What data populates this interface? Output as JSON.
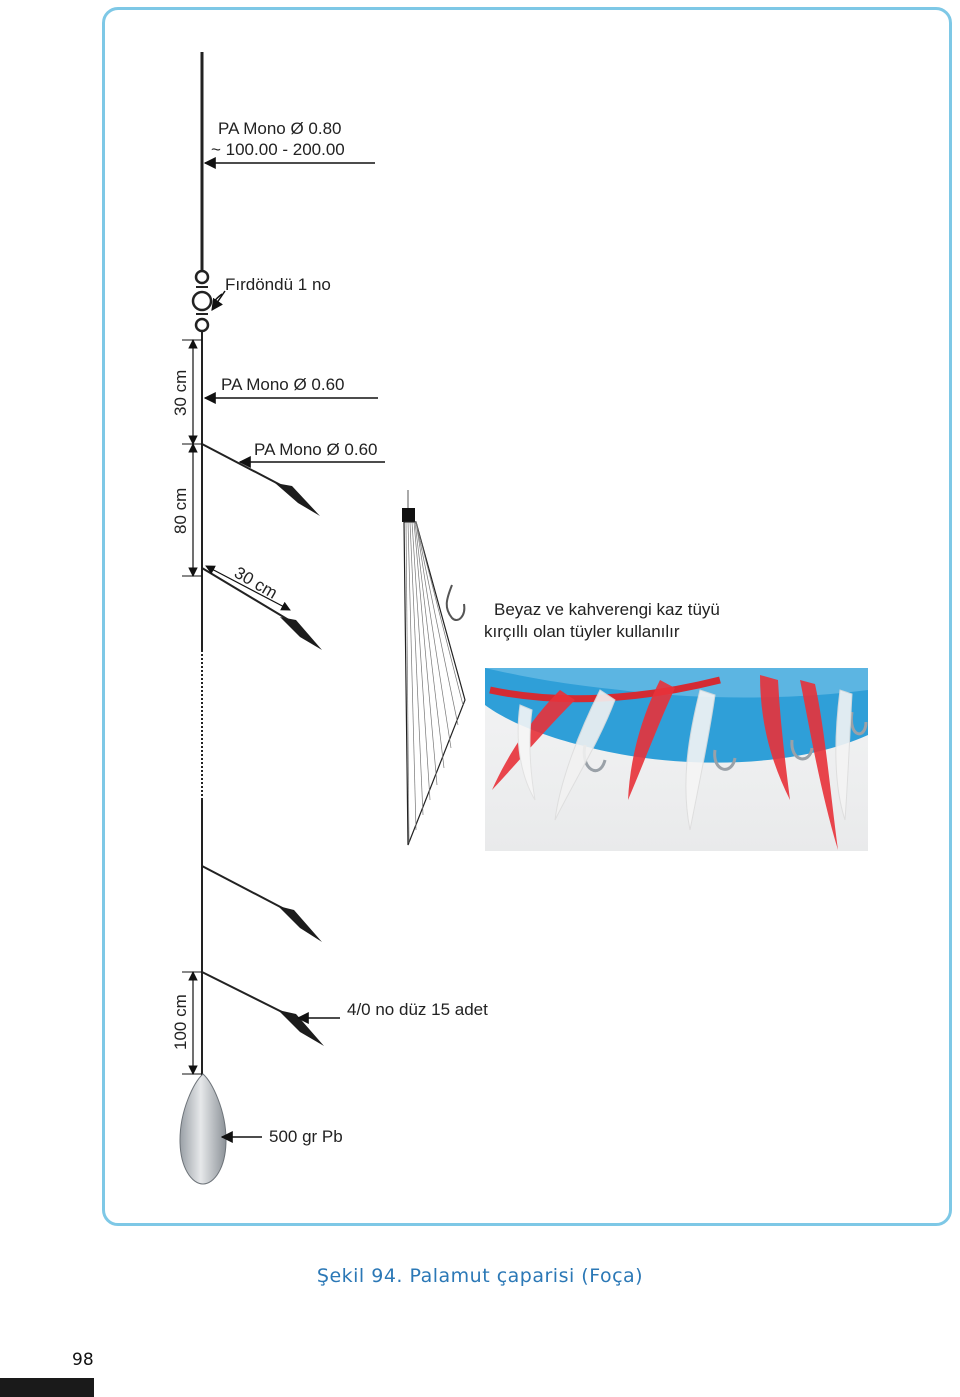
{
  "labels": {
    "main_line": "PA Mono Ø 0.80",
    "main_line_length": "~ 100.00 - 200.00",
    "swivel": "Fırdöndü 1 no",
    "leader_1": "PA Mono Ø 0.60",
    "leader_2": "PA Mono Ø 0.60",
    "dim_top": "30 cm",
    "dim_middle": "80 cm",
    "dim_branch": "30 cm",
    "dim_bottom": "100 cm",
    "feather_note_line1": "Beyaz ve kahverengi kaz tüyü",
    "feather_note_line2": "kırçıllı olan tüyler kullanılır",
    "hook": "4/0 no düz 15 adet",
    "sinker": "500 gr Pb"
  },
  "caption": "Şekil 94. Palamut çaparisi (Foça)",
  "page_number": "98",
  "colors": {
    "frame_border": "#7ec8e6",
    "caption": "#2b78b6",
    "line": "#222222",
    "feather_red": "#e8323a",
    "bowl_blue": "#2f9fd8"
  }
}
